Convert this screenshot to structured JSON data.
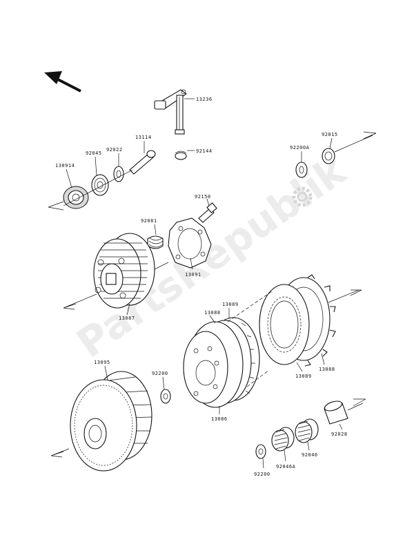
{
  "watermark": {
    "text": "PartsRepublik"
  },
  "parts": {
    "p13236": "13236",
    "p13114": "13114",
    "p92022": "92022",
    "p92045": "92045",
    "p130914": "130914",
    "p92144": "92144",
    "p92015": "92015",
    "p92200a": "92200A",
    "p92150": "92150",
    "p92081": "92081",
    "p13091": "13091",
    "p13087": "13087",
    "p13088_top": "13088",
    "p13089_top": "13089",
    "p13088_right": "13088",
    "p13089_right": "13089",
    "p13086": "13086",
    "p13095": "13095",
    "p92200_mid": "92200",
    "p92028": "92028",
    "p92046": "92046",
    "p92046a": "92046A",
    "p92200_bot": "92200"
  }
}
